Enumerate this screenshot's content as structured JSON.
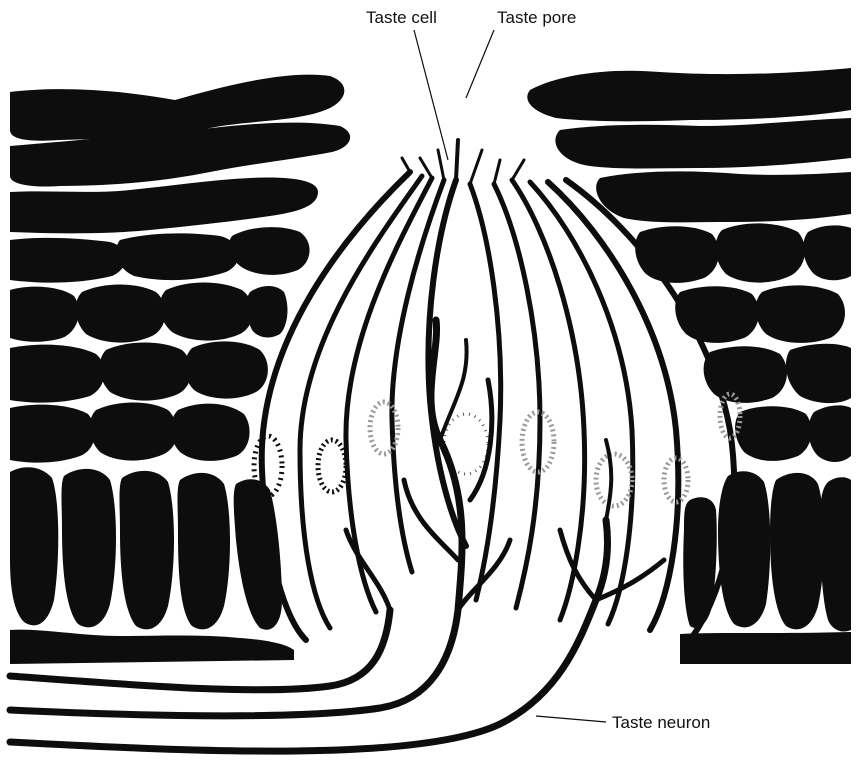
{
  "labels": {
    "taste_cell": "Taste cell",
    "taste_pore": "Taste pore",
    "taste_neuron": "Taste neuron"
  },
  "colors": {
    "ink": "#0d0d0d",
    "paper": "#ffffff",
    "nucleus_grey": "#9a9a9a"
  }
}
